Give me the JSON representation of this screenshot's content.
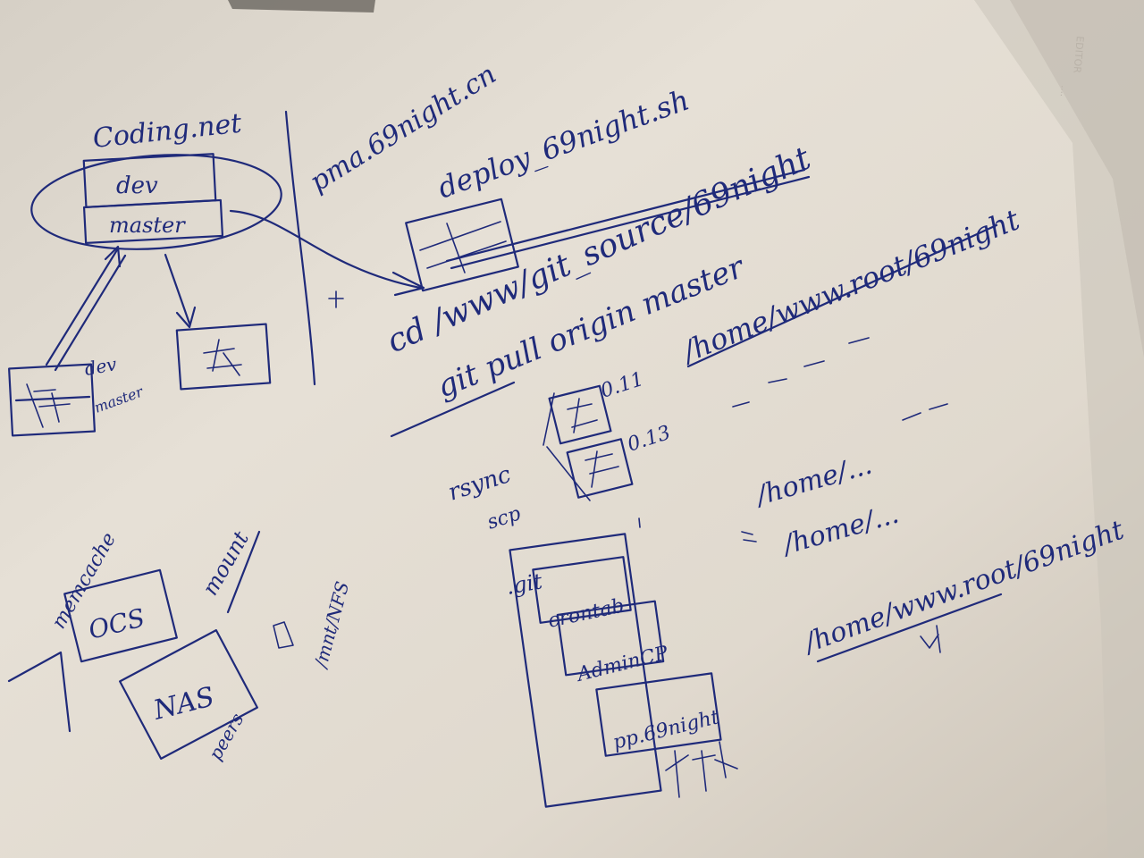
{
  "photo": {
    "paper_color": "#e4ded4",
    "ink_color": "#1f2a7a"
  },
  "notes": {
    "top_left_title": "Coding.net",
    "dev_box": "dev",
    "master_box": "master",
    "local_dev": "dev",
    "local_master": "master",
    "server_url": "pma.69night.cn",
    "deploy_script": "deploy_69night.sh",
    "cd_path": "cd /www/git_source/69night",
    "git_pull": "git pull origin master",
    "home_path": "/home/www.root/69night",
    "ip_1": "0.11",
    "ip_2": "0.13",
    "rsync": "rsync",
    "scp": "scp",
    "git_label": ".git",
    "crontab": "crontab",
    "admin": "AdminCP",
    "pp_site": "pp.69night",
    "home_1": "/home/...",
    "home_2": "/home/...",
    "home_www": "/home/www.root/69night",
    "memcache": "memcache",
    "ocs": "OCS",
    "mount": "mount",
    "nas": "NAS",
    "peers": "peers",
    "mount_path": "/mnt/NFS"
  }
}
